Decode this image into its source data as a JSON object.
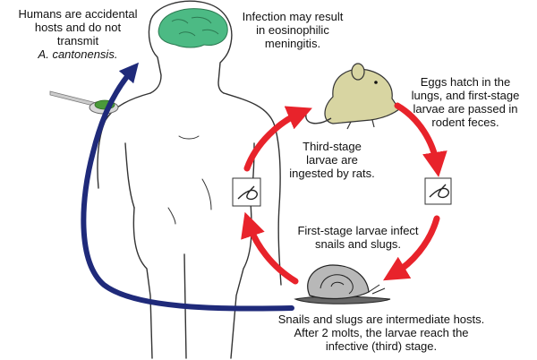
{
  "labels": {
    "humans": {
      "lines": [
        "Humans are accidental",
        "hosts and do not",
        "transmit"
      ],
      "species": "A. cantonensis."
    },
    "infection": {
      "lines": [
        "Infection may result",
        "in eosinophilic",
        "meningitis."
      ]
    },
    "eggs": {
      "lines": [
        "Eggs hatch in the",
        "lungs, and first-stage",
        "larvae are passed in",
        "rodent feces."
      ]
    },
    "third_stage": {
      "lines": [
        "Third-stage",
        "larvae are",
        "ingested by rats."
      ]
    },
    "first_stage": {
      "lines": [
        "First-stage larvae infect",
        "snails and slugs."
      ]
    },
    "snails": {
      "lines": [
        "Snails and slugs are intermediate hosts.",
        "After 2 molts, the larvae reach the",
        "infective (third) stage."
      ]
    }
  },
  "colors": {
    "cycle_arrow": "#e8232b",
    "human_arrow": "#1f2a7a",
    "brain": "#4cba84",
    "rat": "#d8d5a2",
    "outline": "#222222"
  }
}
